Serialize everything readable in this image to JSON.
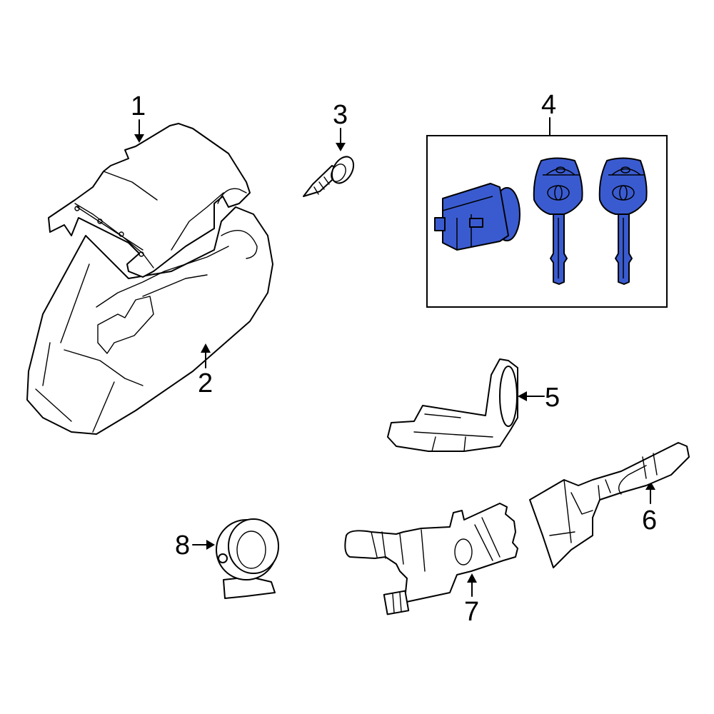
{
  "diagram": {
    "type": "exploded-parts-diagram",
    "highlight_color": "#3a5bd0",
    "background": "#ffffff",
    "callouts": [
      {
        "id": "1",
        "label": "1",
        "part": "upper-column-cover"
      },
      {
        "id": "2",
        "label": "2",
        "part": "lower-column-cover"
      },
      {
        "id": "3",
        "label": "3",
        "part": "screw"
      },
      {
        "id": "4",
        "label": "4",
        "part": "lock-cylinder-and-keys-set"
      },
      {
        "id": "5",
        "label": "5",
        "part": "key-reminder-switch"
      },
      {
        "id": "6",
        "label": "6",
        "part": "wiper-switch"
      },
      {
        "id": "7",
        "label": "7",
        "part": "turn-signal-headlamp-switch"
      },
      {
        "id": "8",
        "label": "8",
        "part": "clock-spring-spiral-cable"
      }
    ]
  }
}
